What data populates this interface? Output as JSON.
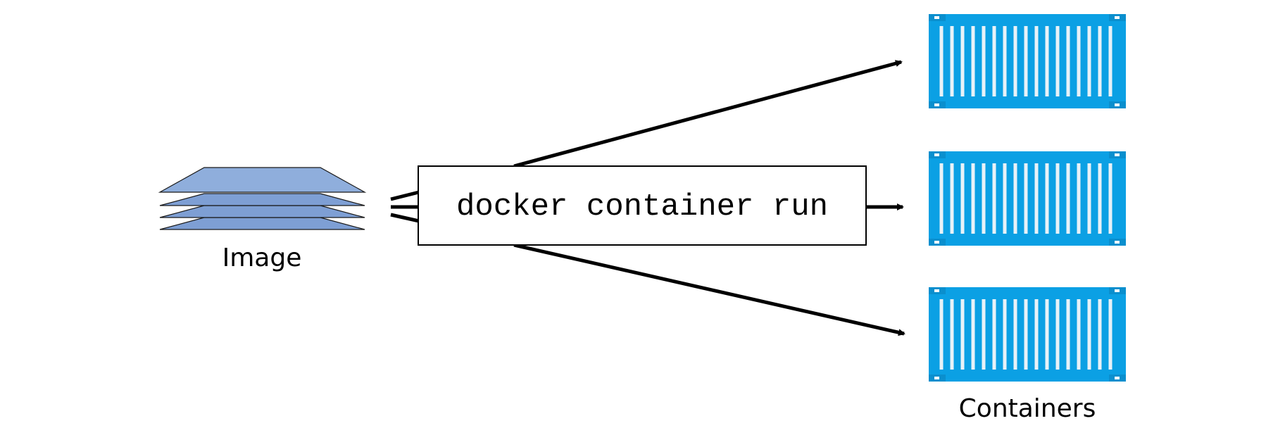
{
  "image_label": "Image",
  "command": "docker container run",
  "containers_label": "Containers",
  "container_count": 3,
  "colors": {
    "image_layer_fill": "#8FAEDC",
    "image_layer_fill_dark": "#7A9BD0",
    "container_blue": "#0BA0E4",
    "stripe": "#E8F2F8",
    "arrow": "#000000",
    "box_border": "#000000"
  },
  "icons": {
    "image": "stacked-layers-icon",
    "container": "shipping-container-icon"
  }
}
